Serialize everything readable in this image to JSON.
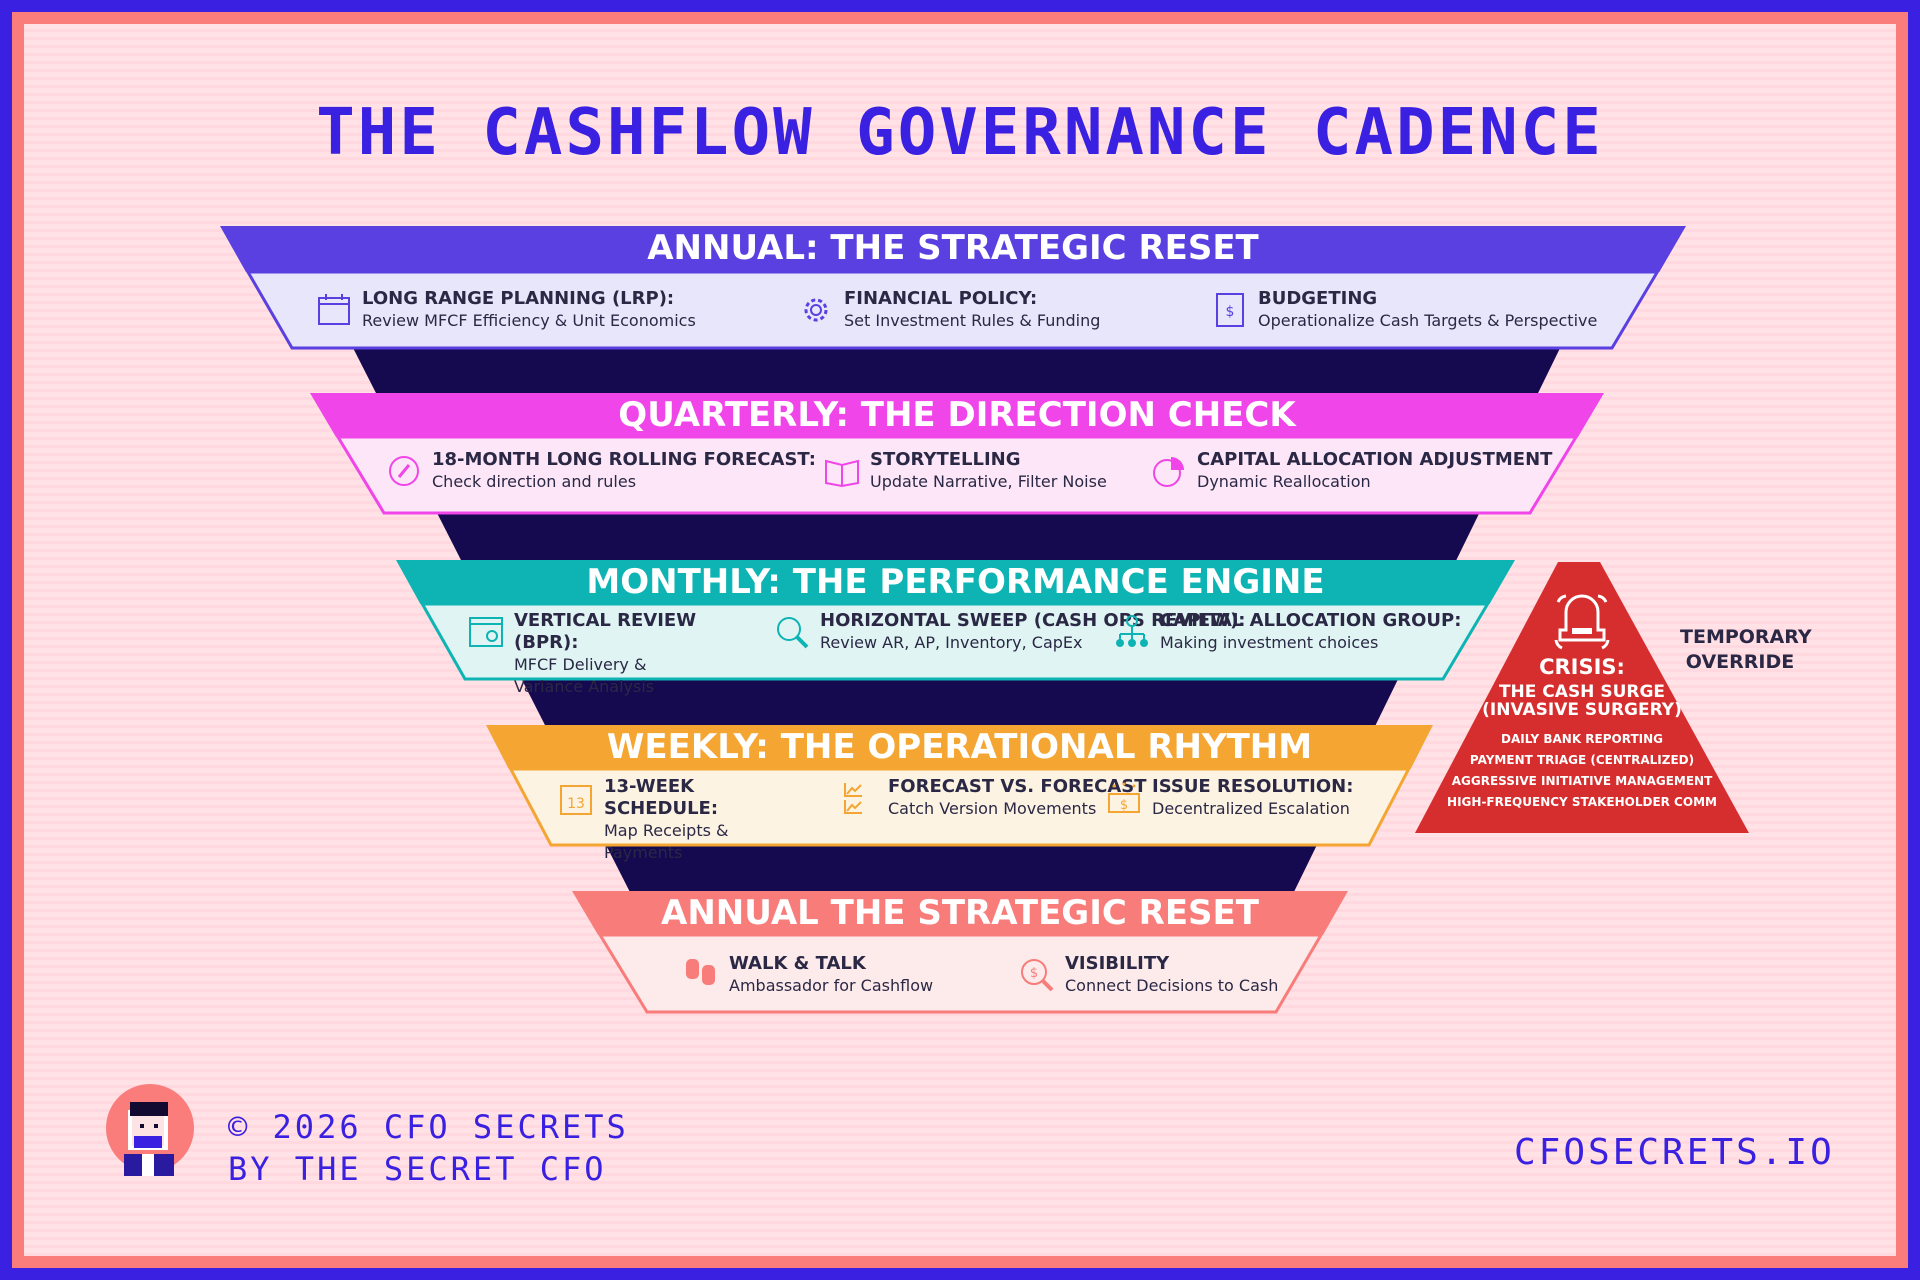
{
  "title": "THE CASHFLOW GOVERNANCE CADENCE",
  "colors": {
    "annual": "#5a40e0",
    "quarterly": "#f045e8",
    "monthly": "#0eb3b3",
    "weekly": "#f5a632",
    "daily": "#f87c7a",
    "crisis": "#d62e2e",
    "funnel": "#150a4f",
    "accent": "#3a20e0"
  },
  "tiers": [
    {
      "header": "ANNUAL: THE STRATEGIC RESET",
      "items": [
        {
          "icon": "calendar-icon",
          "title": "LONG RANGE PLANNING (LRP):",
          "sub": "Review MFCF Efficiency & Unit Economics"
        },
        {
          "icon": "gear-icon",
          "title": "FINANCIAL POLICY:",
          "sub": "Set Investment Rules & Funding"
        },
        {
          "icon": "budget-document-icon",
          "title": "BUDGETING",
          "sub": "Operationalize Cash Targets & Perspective"
        }
      ]
    },
    {
      "header": "QUARTERLY: THE DIRECTION CHECK",
      "items": [
        {
          "icon": "compass-icon",
          "title": "18-MONTH LONG ROLLING FORECAST:",
          "sub": "Check direction and rules"
        },
        {
          "icon": "open-book-icon",
          "title": "STORYTELLING",
          "sub": "Update Narrative, Filter Noise"
        },
        {
          "icon": "pie-chart-icon",
          "title": "CAPITAL ALLOCATION ADJUSTMENT",
          "sub": "Dynamic Reallocation"
        }
      ]
    },
    {
      "header": "MONTHLY: THE PERFORMANCE ENGINE",
      "items": [
        {
          "icon": "report-window-icon",
          "title": "VERTICAL REVIEW (BPR):",
          "sub": "MFCF Delivery & Variance Analysis"
        },
        {
          "icon": "magnifier-icon",
          "title": "HORIZONTAL SWEEP (CASH OPS REVIEW):",
          "sub": "Review AR, AP, Inventory, CapEx"
        },
        {
          "icon": "org-chart-icon",
          "title": "CAPITAL ALLOCATION GROUP:",
          "sub": "Making investment choices"
        }
      ]
    },
    {
      "header": "WEEKLY: THE OPERATIONAL RHYTHM",
      "items": [
        {
          "icon": "calendar-13-icon",
          "title": "13-WEEK SCHEDULE:",
          "sub": "Map Receipts & Payments"
        },
        {
          "icon": "line-chart-icon",
          "title": "FORECAST VS. FORECAST",
          "sub": "Catch Version Movements"
        },
        {
          "icon": "handshake-icon",
          "title": "ISSUE RESOLUTION:",
          "sub": "Decentralized Escalation"
        }
      ]
    },
    {
      "header": "ANNUAL THE STRATEGIC RESET",
      "items": [
        {
          "icon": "footprints-icon",
          "title": "WALK & TALK",
          "sub": "Ambassador for Cashflow"
        },
        {
          "icon": "dollar-search-icon",
          "title": "VISIBILITY",
          "sub": "Connect Decisions to Cash"
        }
      ]
    }
  ],
  "crisis": {
    "icon": "alarm-bell-icon",
    "title": "CRISIS:",
    "subtitle1": "THE CASH SURGE",
    "subtitle2": "(INVASIVE SURGERY)",
    "actions": [
      "DAILY BANK REPORTING",
      "PAYMENT TRIAGE (CENTRALIZED)",
      "AGGRESSIVE INITIATIVE MANAGEMENT",
      "HIGH-FREQUENCY STAKEHOLDER COMM"
    ]
  },
  "override": "TEMPORARY OVERRIDE",
  "footer": {
    "copyright": "© 2026 CFO SECRETS",
    "byline": "BY THE SECRET CFO",
    "website": "CFOSECRETS.IO"
  }
}
